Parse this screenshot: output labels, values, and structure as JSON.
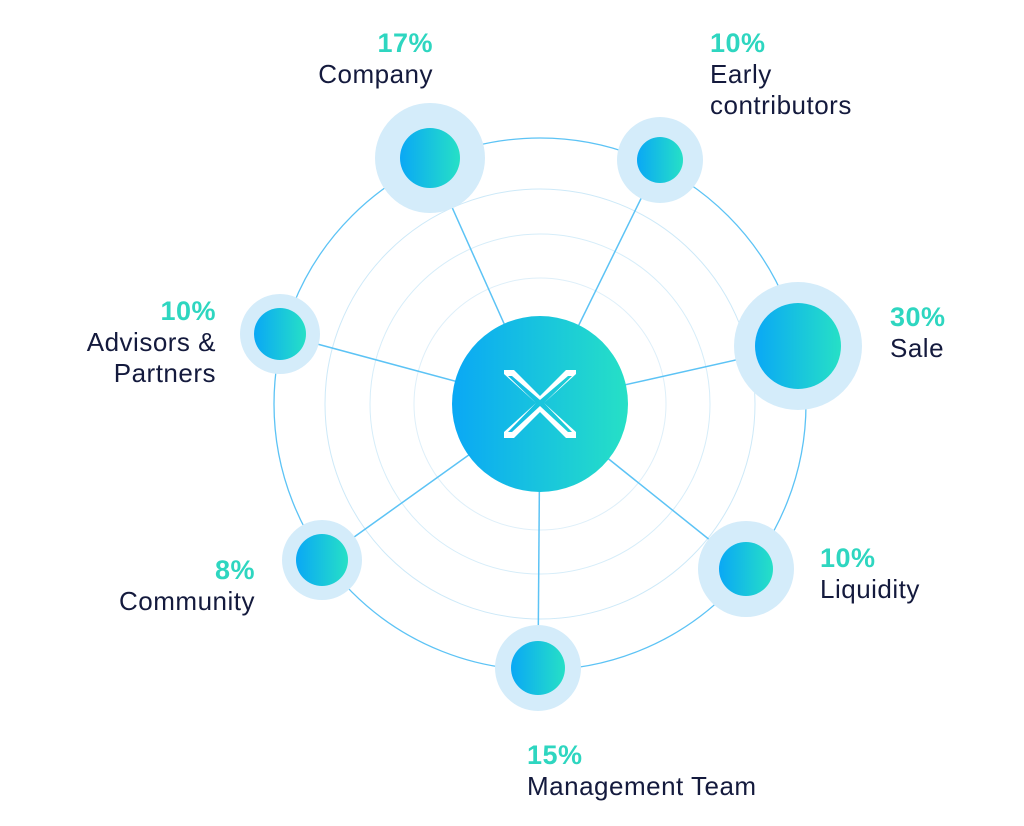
{
  "colors": {
    "accent": "#2ed6c0",
    "line": "#5cc3f5",
    "grad_start": "#0aa8f5",
    "grad_end": "#26e0c6",
    "halo": "#d4ecfa",
    "text": "#141a3d"
  },
  "center_icon": "x-logo-icon",
  "chart_data": {
    "type": "pie",
    "title": "",
    "categories": [
      "Company",
      "Early contributors",
      "Sale",
      "Liquidity",
      "Management Team",
      "Community",
      "Advisors & Partners"
    ],
    "values": [
      17,
      10,
      30,
      10,
      15,
      8,
      10
    ],
    "percent_labels": [
      "17%",
      "10%",
      "30%",
      "10%",
      "15%",
      "8%",
      "10%"
    ]
  },
  "labels": {
    "company": {
      "pct": "17%",
      "name": "Company"
    },
    "early": {
      "pct": "10%",
      "line1": "Early",
      "line2": "contributors"
    },
    "sale": {
      "pct": "30%",
      "name": "Sale"
    },
    "liquidity": {
      "pct": "10%",
      "name": "Liquidity"
    },
    "management": {
      "pct": "15%",
      "name": "Management Team"
    },
    "community": {
      "pct": "8%",
      "name": "Community"
    },
    "advisors": {
      "pct": "10%",
      "line1": "Advisors &",
      "line2": "Partners"
    }
  }
}
